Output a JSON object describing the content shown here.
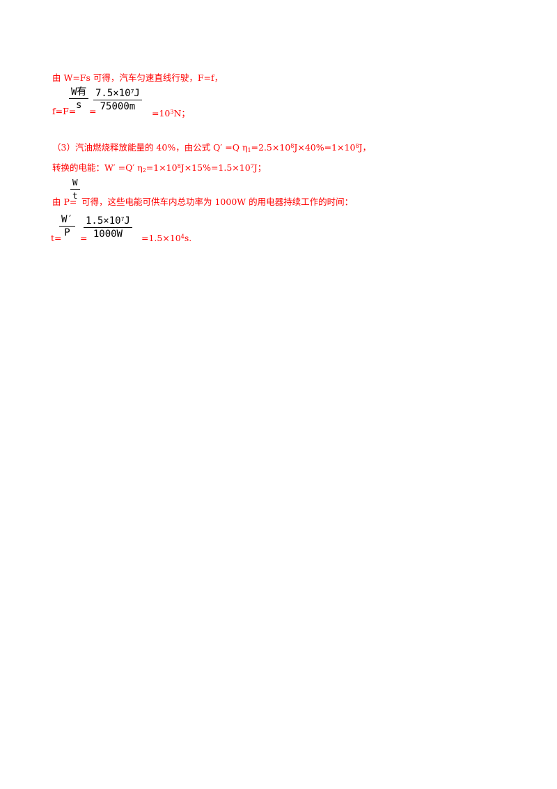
{
  "lines": {
    "l1": "由 W=Fs 可得，汽车匀速直线行驶，F=f，",
    "l2_prefix": "f=F=",
    "l2_eq1": "=",
    "l2_result": "=10",
    "l2_result_sup": "3",
    "l2_result_tail": "N；",
    "l3_a": "（3）汽油燃烧释放能量的 40%，由公式 Q′ =Q η",
    "l3_sub": "1",
    "l3_b": "=2.5×10",
    "l3_sup1": "8",
    "l3_c": "J×40%=1×10",
    "l3_sup2": "8",
    "l3_d": "J，",
    "l4_a": "转换的电能：W′ =Q′ η",
    "l4_sub": "2",
    "l4_b": "=1×10",
    "l4_sup1": "8",
    "l4_c": "J×15%=1.5×10",
    "l4_sup2": "7",
    "l4_d": "J；",
    "l5_prefix": "由 P=",
    "l5_suffix": "可得，这些电能可供车内总功率为 1000W 的用电器持续工作的时间：",
    "l6_prefix": "t=",
    "l6_eq1": "=",
    "l6_result": "=1.5×10",
    "l6_result_sup": "4",
    "l6_result_tail": "s."
  },
  "fractions": {
    "f1": {
      "num": "W有",
      "den": "s"
    },
    "f2": {
      "num": "7.5×10",
      "num_sup": "7",
      "num_tail": "J",
      "den": "75000m"
    },
    "f3": {
      "num": "W",
      "den": "t"
    },
    "f4": {
      "num": "W′",
      "den": "P"
    },
    "f5": {
      "num": "1.5×10",
      "num_sup": "7",
      "num_tail": "J",
      "den": "1000W"
    }
  }
}
